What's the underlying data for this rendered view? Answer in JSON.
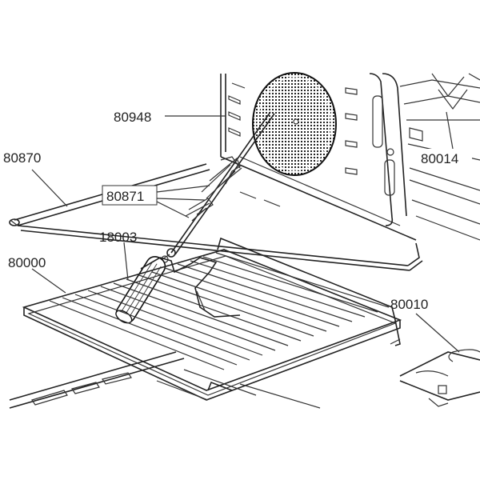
{
  "diagram": {
    "labels": {
      "p80948": "80948",
      "p80870": "80870",
      "p80871": "80871",
      "p18003": "18003",
      "p80000": "80000",
      "p80014": "80014",
      "p80010": "80010"
    }
  }
}
